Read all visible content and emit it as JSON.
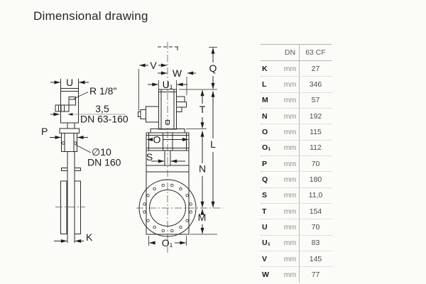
{
  "title": "Dimensional drawing",
  "colors": {
    "ink": "#2a2a2a",
    "grid_line": "#b5b5b5",
    "muted_text": "#8c8c8c",
    "background": "#fbfbf8"
  },
  "side_view": {
    "labels": {
      "u": "U",
      "r_port": "R 1/8\"",
      "gate_thickness": "3,5",
      "gate_range": "DN 63-160",
      "p": "P",
      "hole_dia": "∅10",
      "hole_range": "DN 160",
      "k": "K"
    }
  },
  "front_view": {
    "labels": {
      "v": "V",
      "w": "W",
      "u1": "U₁",
      "q": "Q",
      "t": "T",
      "l": "L",
      "n": "N",
      "m": "M",
      "o": "O",
      "s": "S",
      "o1": "O₁"
    }
  },
  "table": {
    "header": {
      "dim_col": "",
      "unit_col": "DN",
      "size_col": "63 CF"
    },
    "rows": [
      {
        "dim": "K",
        "unit": "mm",
        "value": "27"
      },
      {
        "dim": "L",
        "unit": "mm",
        "value": "346"
      },
      {
        "dim": "M",
        "unit": "mm",
        "value": "57"
      },
      {
        "dim": "N",
        "unit": "mm",
        "value": "192"
      },
      {
        "dim": "O",
        "unit": "mm",
        "value": "115"
      },
      {
        "dim": "O₁",
        "unit": "mm",
        "value": "112"
      },
      {
        "dim": "P",
        "unit": "mm",
        "value": "70"
      },
      {
        "dim": "Q",
        "unit": "mm",
        "value": "180"
      },
      {
        "dim": "S",
        "unit": "mm",
        "value": "11,0"
      },
      {
        "dim": "T",
        "unit": "mm",
        "value": "154"
      },
      {
        "dim": "U",
        "unit": "mm",
        "value": "70"
      },
      {
        "dim": "U₁",
        "unit": "mm",
        "value": "83"
      },
      {
        "dim": "V",
        "unit": "mm",
        "value": "145"
      },
      {
        "dim": "W",
        "unit": "mm",
        "value": "77"
      }
    ]
  }
}
